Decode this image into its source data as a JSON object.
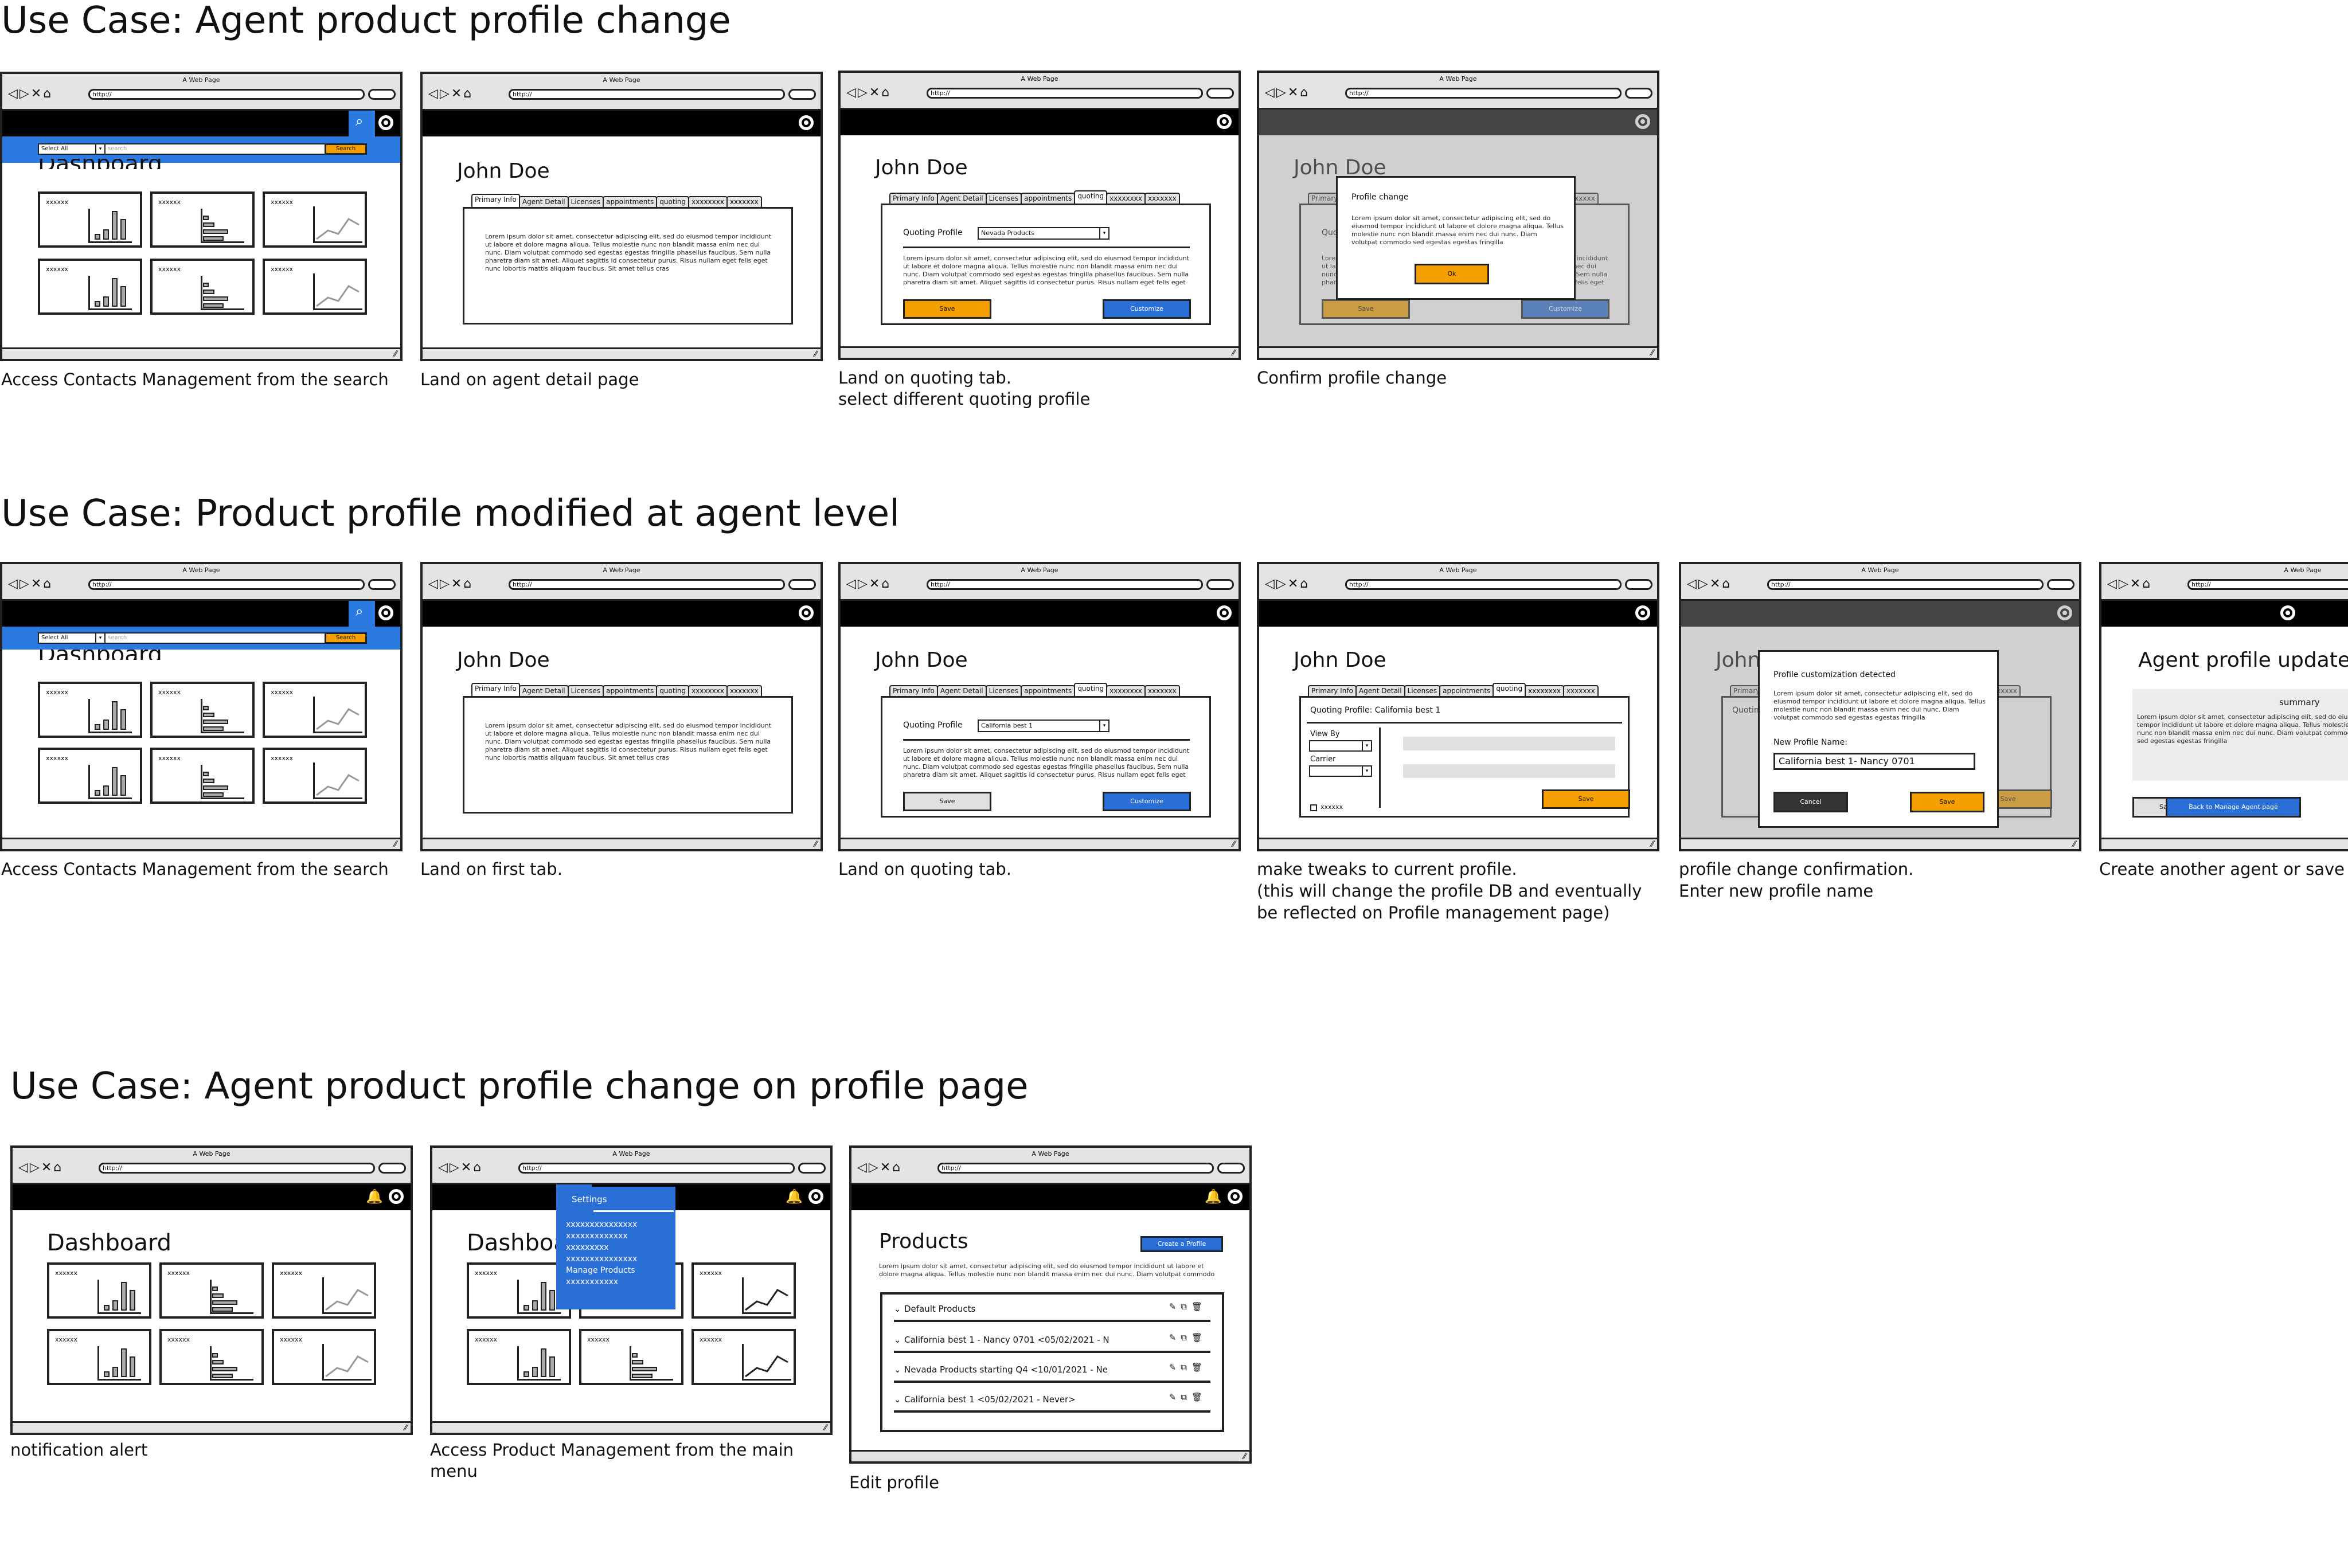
{
  "use_cases": [
    {
      "title": "Use Case: Agent product profile change"
    },
    {
      "title": "Use Case: Product profile modified at agent level"
    },
    {
      "title": "Use Case: Agent product profile change on profile page"
    }
  ],
  "captions": {
    "r1": [
      "Access Contacts Management from the search",
      "Land on agent detail page",
      "Land on quoting tab.",
      "select different quoting profile",
      "Confirm profile change"
    ],
    "r2": [
      "Access Contacts Management from the search",
      "Land on first tab.",
      "Land on quoting tab.",
      "make tweaks to current profile.",
      "(this will change the profile DB and eventually",
      "be reflected on Profile management page)",
      "profile change confirmation.",
      "Enter new profile name",
      "Create another agent or save"
    ],
    "r3": [
      "notification alert",
      "Access Product Management from the main",
      "menu",
      "Edit profile"
    ]
  },
  "browser": {
    "window_title": "A Web Page",
    "url": "http://",
    "nav_icons": "◁▷✕⌂",
    "grip": "⁄⁄"
  },
  "search": {
    "select": "Select All",
    "placeholder": "search",
    "button": "Search"
  },
  "dashboard": {
    "heading": "Dashboard",
    "tile_label": "xxxxxx"
  },
  "agent": {
    "name": "John Doe",
    "tabs": [
      "Primary Info",
      "Agent Detail",
      "Licenses",
      "appointments",
      "quoting",
      "xxxxxxxx",
      "xxxxxxx"
    ]
  },
  "lorem": "Lorem ipsum dolor sit amet, consectetur adipiscing elit, sed do eiusmod tempor incididunt ut labore et dolore magna aliqua. Tellus molestie nunc non blandit massa enim nec dui nunc. Diam volutpat commodo sed egestas egestas fringilla phasellus faucibus. Sem nulla pharetra diam sit amet. Aliquet sagittis id consectetur purus. Risus nullam eget felis eget nunc lobortis mattis aliquam faucibus. Sit amet tellus cras",
  "lorem_short": "Lorem ipsum dolor sit amet, consectetur adipiscing elit, sed do eiusmod tempor incididunt ut labore et dolore magna aliqua. Tellus molestie nunc non blandit massa enim nec dui nunc. Diam volutpat commodo sed egestas egestas fringilla",
  "quoting": {
    "label": "Quoting Profile",
    "value_r1": "Nevada Products",
    "value_r2": "California best 1",
    "save": "Save",
    "customize": "Customize"
  },
  "modal_change": {
    "title": "Profile change",
    "ok": "Ok"
  },
  "edit": {
    "title": "Quoting Profile: California best 1",
    "view_by": "View By",
    "carrier": "Carrier",
    "checkbox": "xxxxxx",
    "save": "Save"
  },
  "modal_custom": {
    "title": "Profile customization detected",
    "new_name_label": "New Profile Name:",
    "new_name_value": "California best 1- Nancy 0701",
    "cancel": "Cancel",
    "save": "Save"
  },
  "updated": {
    "heading": "Agent profile updated",
    "summary": "summary",
    "back": "Back to Manage Agent page",
    "button_left": "Sa"
  },
  "settings_menu": {
    "title": "Settings",
    "items": [
      "xxxxxxxxxxxxxxx",
      "xxxxxxxxxxxxx",
      "xxxxxxxxx",
      "xxxxxxxxxxxxxxx",
      "Manage Products",
      "xxxxxxxxxxx"
    ]
  },
  "products": {
    "heading": "Products",
    "create": "Create a Profile",
    "rows": [
      "Default Products",
      "California best 1 - Nancy 0701 <05/02/2021 - N",
      "Nevada Products starting Q4 <10/01/2021 - Ne",
      "California best 1 <05/02/2021 - Never>"
    ],
    "chevron": "⌄",
    "actions": "✎⧉🗑"
  },
  "colors": {
    "orange": "#f5a000",
    "blue": "#2a6fd6",
    "search_blue": "#2a7ae2",
    "alert_red": "#e02020"
  }
}
